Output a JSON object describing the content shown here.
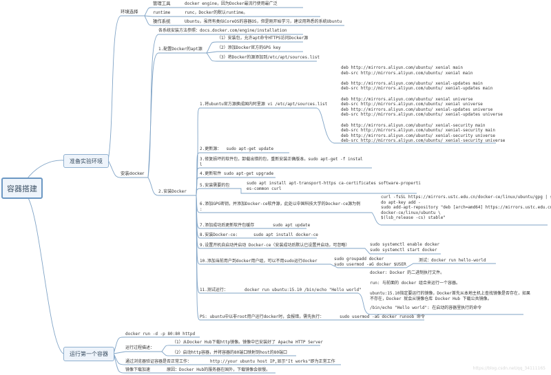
{
  "root": "容器搭建",
  "prepare": {
    "label": "准备实验环境",
    "env": {
      "label": "环境选择",
      "items": [
        {
          "k": "管理工具",
          "v": "docker engine，因为Docker最流行使用最广泛"
        },
        {
          "k": "runtime",
          "v": "runc，Docker的默认runtime。"
        },
        {
          "k": "操作系统",
          "v": "Ubuntu，虽然有类似CoreOS的容器OS，但是刚开始学习，建议用熟悉的系统Ubuntu"
        }
      ]
    },
    "install": {
      "label": "安装docker",
      "ref": "各系统安装方法参照：docs.docker.com/engine/installation",
      "apt": {
        "label": "1.配置Docker的apt源",
        "items": [
          "（1）安装包，允许apt命令HTTPS访问Docker源",
          "（2）添加Docker官方的GPG key",
          "（3）将Docker的源添加到/etc/apt/sources.list"
        ]
      },
      "docker": {
        "label": "2.安装Docker",
        "s1": {
          "label": "1.将ubuntu官方源换成国内阿里源 vi /etc/apt/sources.list",
          "lines": "deb http://mirrors.aliyun.com/ubuntu/ xenial main\ndeb-src http://mirrors.aliyun.com/ubuntu/ xenial main\n\ndeb http://mirrors.aliyun.com/ubuntu/ xenial-updates main\ndeb-src http://mirrors.aliyun.com/ubuntu/ xenial-updates main\n\ndeb http://mirrors.aliyun.com/ubuntu/ xenial universe\ndeb-src http://mirrors.aliyun.com/ubuntu/ xenial universe\ndeb http://mirrors.aliyun.com/ubuntu/ xenial-updates universe\ndeb-src http://mirrors.aliyun.com/ubuntu/ xenial-updates universe\n\ndeb http://mirrors.aliyun.com/ubuntu/ xenial-security main\ndeb-src http://mirrors.aliyun.com/ubuntu/ xenial-security main\ndeb http://mirrors.aliyun.com/ubuntu/ xenial-security universe\ndeb-src http://mirrors.aliyun.com/ubuntu/ xenial-security universe"
        },
        "s2": "2.更新源：  sudo apt-get update",
        "s3": "3.修复损坏的软件包，卸载出错的包，重新安装正确版本。sudo apt-get -f instal\nl",
        "s4": "4.更新软件 sudo apt-get upgrade",
        "s5": {
          "label": "5.安装需要的包",
          "cmd": "sudo apt install apt-transport-https ca-certificates software-properti\nes-common curl"
        },
        "s6": {
          "label": "6.添加GPG密钥，并添加Docker-ce软件源，此处以中国科技大学的Docker-ce源为例\n:",
          "cmd": "curl -fsSL https://mirrors.ustc.edu.cn/docker-ce/linux/ubuntu/gpg | su\ndo apt-key add -\nsudo add-apt-repository \"deb [arch=amd64] https://mirrors.ustc.edu.cn/\ndocker-ce/linux/ubuntu \\\n$(lsb_release -cs) stable\""
        },
        "s7": {
          "label": "7.添加成功后更新软件包缓存",
          "cmd": "sudo apt update"
        },
        "s8": {
          "label": "8.安装Docker-ce:",
          "cmd": "sudo apt install docker-ce"
        },
        "s9": {
          "label": "9.设置开机自启动并启动 Docker-ce（安装成功后默认已设置并启动，可忽略）",
          "cmd": "sudo systemctl enable docker\nsudo systemctl start docker"
        },
        "s10": {
          "label": "10.添加当前用户到docker用户组，可以不用sudo运行docker",
          "cmd": "sudo groupadd docker\nsudo usermod -aG docker $USER",
          "test": "测试：docker run hello-world"
        },
        "s11": {
          "label": "11.测试运行：",
          "cmd": "docker run ubuntu:15.10 /bin/echo \"Hello world\"",
          "notes": [
            "docker: Docker 的二进制执行文件。",
            "run: 与前面的 docker 组合来运行一个容器。",
            "ubuntu:15.10指定要运行的镜像，Docker首先从本地主机上查找镜像是否存在，如果\n不存在，Docker 就会从镜像仓库 Docker Hub 下载公共镜像。",
            "/bin/echo \"Hello world\": 在启动的容器里执行的命令"
          ]
        },
        "ps": {
          "label": "PS: ubuntu中以非root用户运行docker时，会报错，需先执行：",
          "cmd": "sudo usermod -aG docker runoob 命令"
        }
      }
    }
  },
  "run": {
    "label": "运行第一个容器",
    "cmd": "docker run -d -p 80:80 httpd",
    "process": {
      "label": "运行过程描述：",
      "items": [
        "（1）从Docker Hub下载http镜像。镜像中已安装好了 Apache HTTP Server",
        "（2）启动http容器，并将容器的80端口映射到host的80端口"
      ]
    },
    "verify": {
      "label": "通过浏览器验证容器是否正常工作：",
      "value": "http://your ubuntu host IP,显示\"It works\"即为正常工作"
    },
    "mirror": {
      "label": "镜像下载加速",
      "value": "原因：Docker Hub的服务器在国外，下载镜像会很慢。"
    }
  },
  "watermark": "https://blog.csdn.net/qq_34111165",
  "colors": {
    "line": "#7fa3c6",
    "box_fill": "#eef4fb",
    "box_border": "#6b97c3"
  }
}
